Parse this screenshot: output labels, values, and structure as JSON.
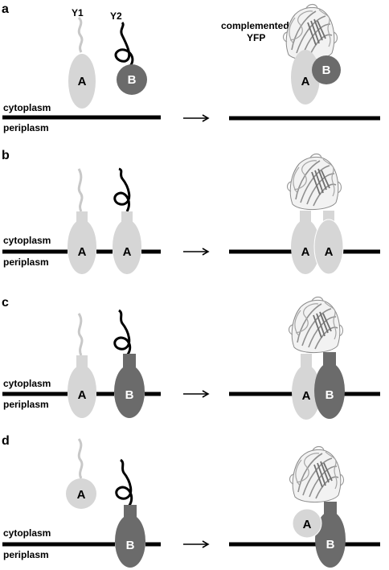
{
  "colors": {
    "protein_a": "#d6d6d6",
    "protein_b": "#6b6b6b",
    "linker_y1": "#c8c8c8",
    "linker_y2": "#000000",
    "membrane": "#000000",
    "yfp": "#9a9a9a"
  },
  "labels": {
    "y1": "Y1",
    "y2": "Y2",
    "complemented_line1": "complemented",
    "complemented_line2": "YFP",
    "cytoplasm": "cytoplasm",
    "periplasm": "periplasm",
    "arrow": "→"
  },
  "panels": [
    {
      "letter": "a",
      "left_a": "A",
      "left_b": "B",
      "right_a": "A",
      "right_b": "B"
    },
    {
      "letter": "b",
      "left_a": "A",
      "left_b": "A",
      "right_a": "A",
      "right_b": "A"
    },
    {
      "letter": "c",
      "left_a": "A",
      "left_b": "B",
      "right_a": "A",
      "right_b": "B"
    },
    {
      "letter": "d",
      "left_a": "A",
      "left_b": "B",
      "right_a": "A",
      "right_b": "B"
    }
  ]
}
